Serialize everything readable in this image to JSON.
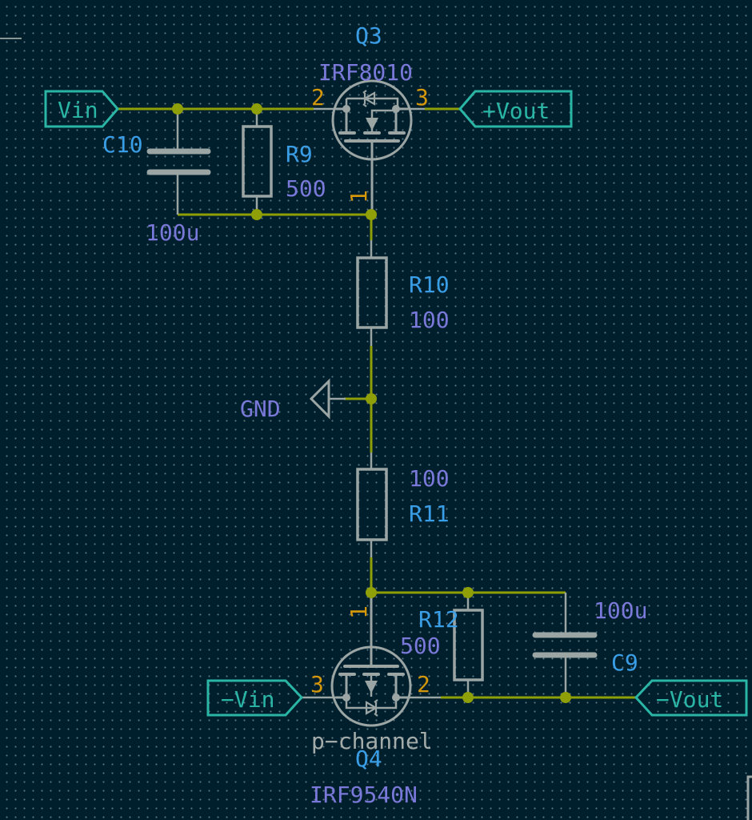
{
  "schematic": {
    "labels": {
      "vin": "Vin",
      "plus_vout": "+Vout",
      "minus_vin": "−Vin",
      "minus_vout": "−Vout"
    },
    "power": {
      "gnd": "GND"
    },
    "components": {
      "q3": {
        "ref": "Q3",
        "value": "IRF8010",
        "pin_gate": "1",
        "pin_source": "2",
        "pin_drain": "3"
      },
      "q4": {
        "ref": "Q4",
        "value": "IRF9540N",
        "description": "p−channel",
        "pin_gate": "1",
        "pin_source": "2",
        "pin_drain": "3"
      },
      "c10": {
        "ref": "C10",
        "value": "100u"
      },
      "c9": {
        "ref": "C9",
        "value": "100u"
      },
      "r9": {
        "ref": "R9",
        "value": "500"
      },
      "r10": {
        "ref": "R10",
        "value": "100"
      },
      "r11": {
        "ref": "R11",
        "value": "100"
      },
      "r12": {
        "ref": "R12",
        "value": "500"
      }
    },
    "colors": {
      "background": "#001f2d",
      "wire": "#8f9f08",
      "component_body": "#9aa5a4",
      "hier_label": "#2ab5a5",
      "reference": "#3a9ee6",
      "value": "#7a78d8",
      "pin_number": "#d4960a"
    }
  }
}
